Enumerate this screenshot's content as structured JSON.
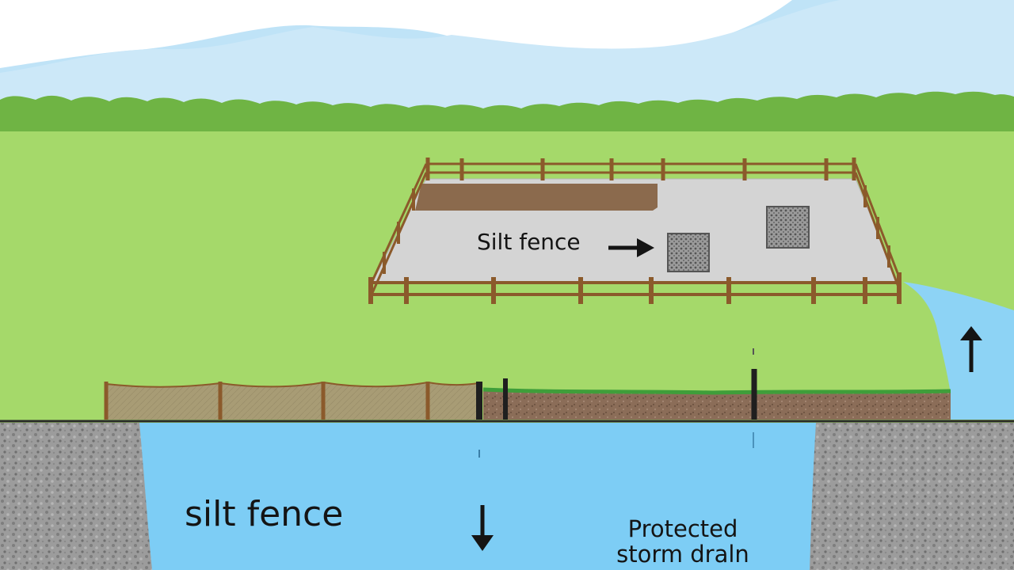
{
  "labels": {
    "plan_silt_fence": "Silt fence",
    "section_silt_fence": "silt fence",
    "protected_drain_line1": "Protected",
    "protected_drain_line2": "storm draln"
  },
  "icons": [
    "arrow-right-icon",
    "arrow-down-icon",
    "arrow-up-icon"
  ],
  "colors": {
    "sky": "#bfe3f7",
    "grass": "#a5d96a",
    "treeline": "#6fb444",
    "fence_wood": "#8b5a2b",
    "pad": "#d3d3d3",
    "soil": "#8a6a52",
    "water": "#7dcdf5",
    "gravel": "#9a9a9a",
    "silt_fabric": "#a79b74"
  }
}
